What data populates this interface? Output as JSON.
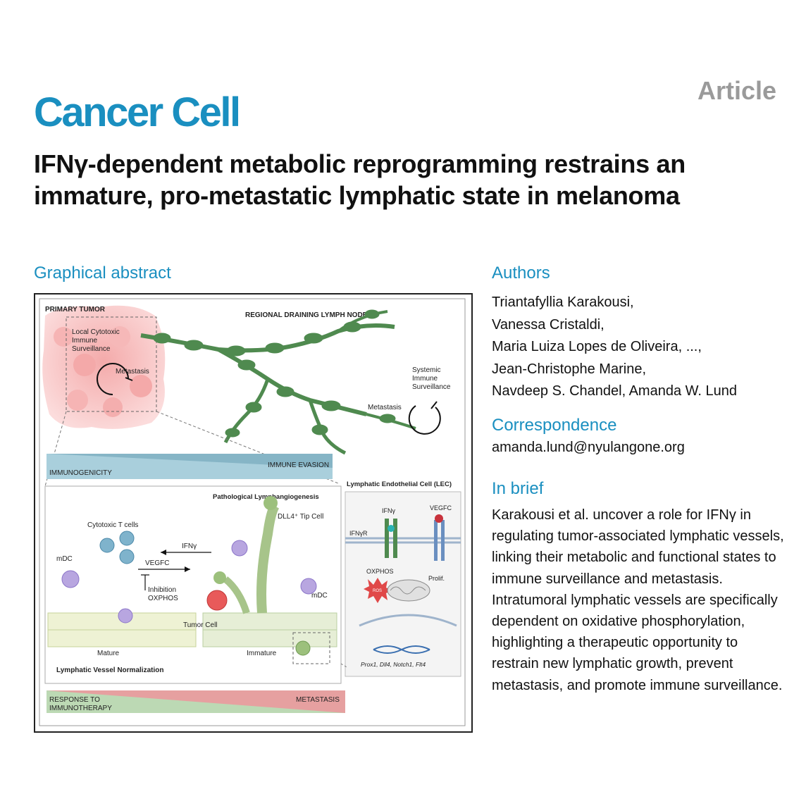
{
  "header": {
    "article_type": "Article",
    "journal": "Cancer Cell",
    "title": "IFNγ-dependent metabolic reprogramming restrains an immature, pro-metastatic lymphatic state in melanoma"
  },
  "graphical_abstract": {
    "heading": "Graphical abstract",
    "labels": {
      "primary_tumor": "PRIMARY TUMOR",
      "regional_nodes": "REGIONAL DRAINING LYMPH NODES",
      "local_1": "Local Cytotoxic",
      "local_2": "Immune",
      "local_3": "Surveillance",
      "metastasis_left": "Metastasis",
      "systemic_1": "Systemic",
      "systemic_2": "Immune",
      "systemic_3": "Surveillance",
      "metastasis_right": "Metastasis",
      "immunogenicity": "IMMUNOGENICITY",
      "immune_evasion": "IMMUNE EVASION",
      "lec_title": "Lymphatic Endothelial Cell (LEC)",
      "path_lymph": "Pathological Lymphangiogenesis",
      "tip_cell": "DLL4⁺ Tip Cell",
      "cytotoxic": "Cytotoxic T cells",
      "ifng_arrow": "IFNγ",
      "vegfc_arrow": "VEGFC",
      "mdc_left": "mDC",
      "mdc_right": "mDC",
      "inhibition_1": "Inhibition",
      "inhibition_2": "OXPHOS",
      "tumor_cell": "Tumor Cell",
      "mature": "Mature",
      "immature": "Immature",
      "normalization": "Lymphatic Vessel Normalization",
      "lec_ifng": "IFNγ",
      "lec_vegfc": "VEGFC",
      "lec_ifngr": "IFNγR",
      "lec_oxphos": "OXPHOS",
      "lec_ros": "ROS",
      "lec_prolif": "Prolif.",
      "genes": "Prox1, Dll4, Notch1, Flt4",
      "response_1": "RESPONSE TO",
      "response_2": "IMMUNOTHERAPY",
      "metastasis_bar": "METASTASIS"
    }
  },
  "authors": {
    "heading": "Authors",
    "lines": [
      "Triantafyllia Karakousi,",
      "Vanessa Cristaldi,",
      "Maria Luiza Lopes de Oliveira, ...,",
      "Jean-Christophe Marine,",
      "Navdeep S. Chandel, Amanda W. Lund"
    ]
  },
  "correspondence": {
    "heading": "Correspondence",
    "email": "amanda.lund@nyulangone.org"
  },
  "in_brief": {
    "heading": "In brief",
    "text": "Karakousi et al. uncover a role for IFNγ in regulating tumor-associated lymphatic vessels, linking their metabolic and functional states to immune surveillance and metastasis. Intratumoral lymphatic vessels are specifically dependent on oxidative phosphorylation, highlighting a therapeutic opportunity to restrain new lymphatic growth, prevent metastasis, and promote immune surveillance."
  },
  "colors": {
    "journal_blue": "#1a8fc0",
    "article_gray": "#9a9a9a",
    "vessel_green": "#4f8a4f",
    "tumor_pink": "#f2a6a6"
  }
}
